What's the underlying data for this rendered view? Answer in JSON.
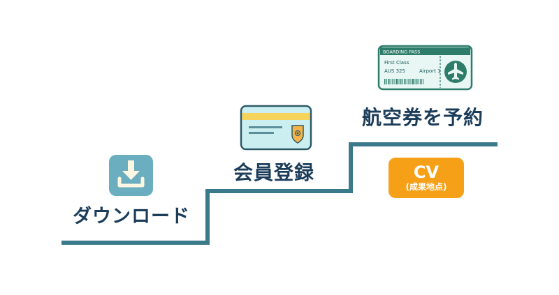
{
  "steps": {
    "download": {
      "label": "ダウンロード",
      "icon": "download-icon"
    },
    "member": {
      "label": "会員登録",
      "icon": "membership-card-icon"
    },
    "booking": {
      "label": "航空券を予約",
      "icon": "boarding-pass-icon"
    }
  },
  "boarding_pass": {
    "header": "BOARDING PASS",
    "class": "First Class",
    "flight": "AUS 325",
    "destination": "Airport 1",
    "icon": "airplane-icon"
  },
  "cv": {
    "main": "CV",
    "sub": "(成果地点)"
  },
  "colors": {
    "line": "#3a7a8a",
    "text": "#1c3d5a",
    "cv": "#f6a018",
    "icon_bg": "#6aaebf",
    "pass_green": "#2e7d6b",
    "card_bg": "#cbeef0"
  }
}
